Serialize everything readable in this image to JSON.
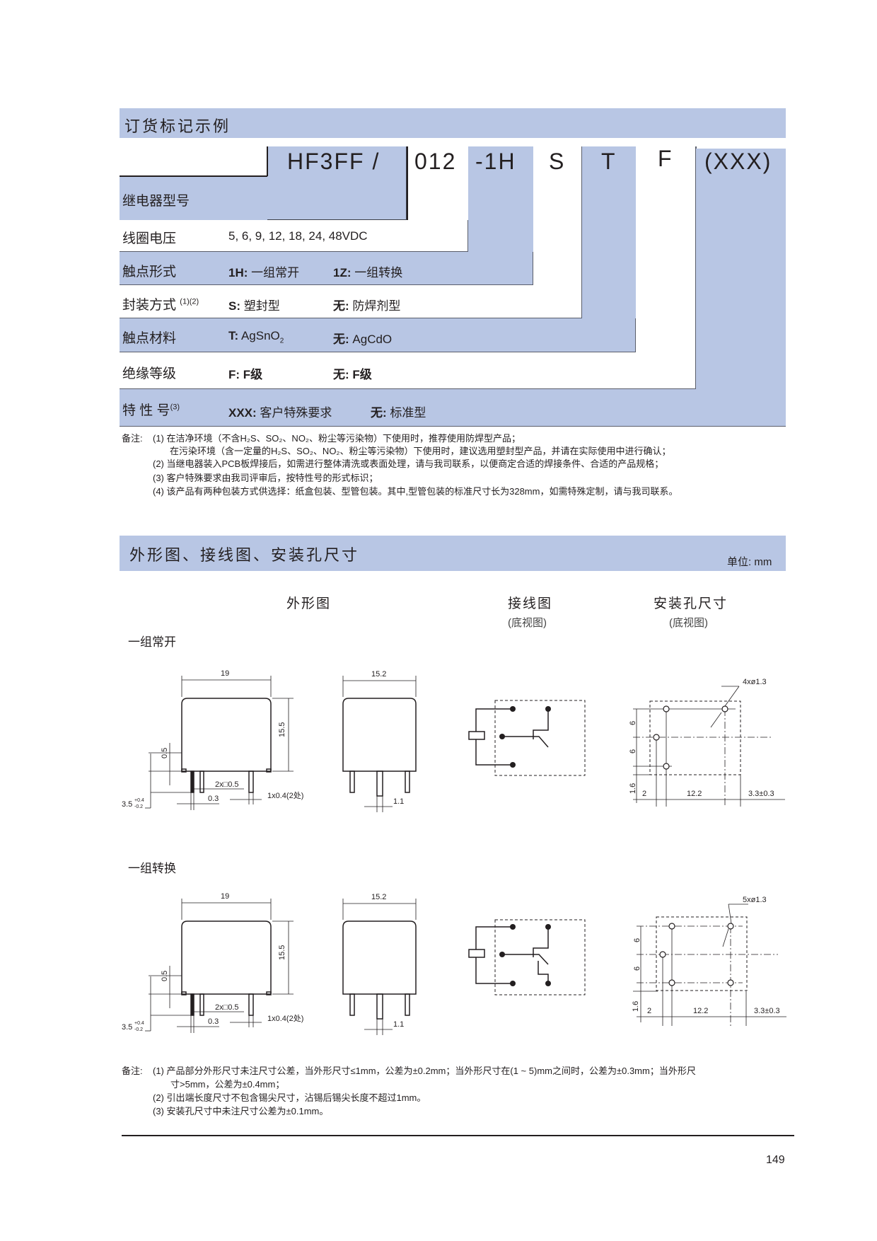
{
  "ordering": {
    "title": "订货标记示例",
    "code_segments": [
      "HF3FF /",
      "012",
      "-1H",
      "S",
      "T",
      "F",
      "(XXX)"
    ],
    "rows": [
      {
        "label": "继电器型号",
        "sup": "",
        "opt1_key": "",
        "opt1_val": "",
        "opt2_key": "",
        "opt2_val": ""
      },
      {
        "label": "线圈电压",
        "sup": "",
        "value": "5, 6, 9, 12, 18, 24, 48VDC"
      },
      {
        "label": "触点形式",
        "sup": "",
        "opt1_key": "1H:",
        "opt1_val": " 一组常开",
        "opt2_key": "1Z:",
        "opt2_val": " 一组转换"
      },
      {
        "label": "封装方式",
        "sup": "(1)(2)",
        "opt1_key": "S:",
        "opt1_val": " 塑封型",
        "opt2_key": "无:",
        "opt2_val": " 防焊剂型"
      },
      {
        "label": "触点材料",
        "sup": "",
        "opt1_key": "T:",
        "opt1_val": " AgSnO",
        "opt1_sub": "2",
        "opt2_key": "无:",
        "opt2_val": " AgCdO"
      },
      {
        "label": "绝缘等级",
        "sup": "",
        "opt1_key": "F:",
        "opt1_val": " F级",
        "opt2_key": "无:",
        "opt2_val": " F级"
      },
      {
        "label": "特 性 号",
        "sup": "(3)",
        "opt1_key": "XXX:",
        "opt1_val": " 客户特殊要求",
        "opt2_key": "无:",
        "opt2_val": " 标准型"
      }
    ],
    "notes_label": "备注:",
    "notes": [
      "(1) 在洁净环境（不含H₂S、SO₂、NO₂、粉尘等污染物）下使用时，推荐使用防焊型产品；",
      "在污染环境（含一定量的H₂S、SO₂、NO₂、粉尘等污染物）下使用时，建议选用塑封型产品，并请在实际使用中进行确认；",
      "(2) 当继电器装入PCB板焊接后，如需进行整体清洗或表面处理，请与我司联系，以便商定合适的焊接条件、合适的产品规格；",
      "(3) 客户特殊要求由我司评审后，按特性号的形式标识；",
      "(4) 该产品有两种包装方式供选择：纸盒包装、型管包装。其中,型管包装的标准尺寸长为328mm，如需特殊定制，请与我司联系。"
    ]
  },
  "dimensions": {
    "title": "外形图、接线图、安装孔尺寸",
    "unit": "单位: mm",
    "col_outline": "外形图",
    "col_wiring": "接线图",
    "col_wiring_sub": "(底视图)",
    "col_mount": "安装孔尺寸",
    "col_mount_sub": "(底视图)",
    "variants": [
      {
        "name": "一组常开",
        "width": "19",
        "depth": "15.2",
        "height": "15.5",
        "standoff": "0.5",
        "pin_len": "3.5",
        "pin_tol_plus": "+0.4",
        "pin_tol_minus": "-0.2",
        "pin_sq": "2x□0.5",
        "pin_gap": "0.3",
        "pin_flat": "1x0.4(2处)",
        "pin_w": "1.1",
        "holes": "4xø1.3",
        "pitch_v1": "6",
        "pitch_v2": "6",
        "off_v": "1.6",
        "off_h": "2",
        "pitch_h": "12.2",
        "off_r": "3.3±0.3"
      },
      {
        "name": "一组转换",
        "width": "19",
        "depth": "15.2",
        "height": "15.5",
        "standoff": "0.5",
        "pin_len": "3.5",
        "pin_tol_plus": "+0.4",
        "pin_tol_minus": "-0.2",
        "pin_sq": "2x□0.5",
        "pin_gap": "0.3",
        "pin_flat": "1x0.4(2处)",
        "pin_w": "1.1",
        "holes": "5xø1.3",
        "pitch_v1": "6",
        "pitch_v2": "6",
        "off_v": "1.6",
        "off_h": "2",
        "pitch_h": "12.2",
        "off_r": "3.3±0.3"
      }
    ],
    "notes_label": "备注:",
    "notes": [
      "(1) 产品部分外形尺寸未注尺寸公差，当外形尺寸≤1mm，公差为±0.2mm；当外形尺寸在(1 ~ 5)mm之间时，公差为±0.3mm；当外形尺",
      "寸>5mm，公差为±0.4mm；",
      "(2) 引出端长度尺寸不包含锡尖尺寸，沾锡后锡尖长度不超过1mm。",
      "(3) 安装孔尺寸中未注尺寸公差为±0.1mm。"
    ]
  },
  "page_number": "149",
  "colors": {
    "accent_blue": "#b8c6e4",
    "border": "#5a5e6b",
    "text": "#231f20"
  }
}
